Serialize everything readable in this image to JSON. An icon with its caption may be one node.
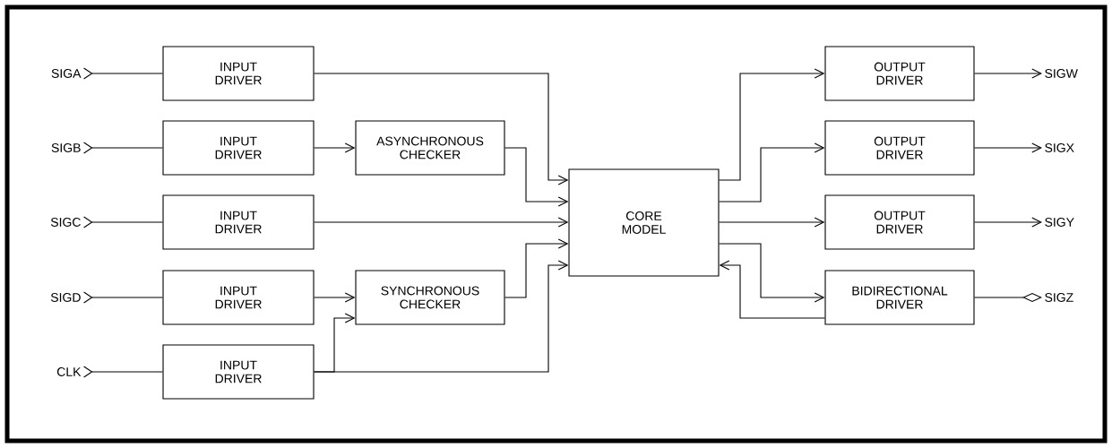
{
  "diagram": {
    "nodes": [
      {
        "text": [
          "SIGA"
        ]
      },
      {
        "text": [
          "INPUT DRIVER"
        ]
      },
      {
        "text": [
          "SIGB"
        ]
      },
      {
        "text": [
          "INPUT DRIVER"
        ]
      },
      {
        "text": [
          "ASYNCHRONOUS CHECKER"
        ]
      },
      {
        "text": [
          "SIGC"
        ]
      },
      {
        "text": [
          "INPUT DRIVER"
        ]
      },
      {
        "text": [
          "SIGD"
        ]
      },
      {
        "text": [
          "INPUT DRIVER"
        ]
      },
      {
        "text": [
          "SYNCHRONOUS CHECKER"
        ]
      },
      {
        "text": [
          "CLK"
        ]
      },
      {
        "text": [
          "INPUT DRIVER"
        ]
      },
      {
        "text": [
          "CORE MODEL"
        ]
      },
      {
        "text": [
          "OUTPUT DRIVER"
        ]
      },
      {
        "text": [
          "SIGW"
        ]
      },
      {
        "text": [
          "OUTPUT DRIVER"
        ]
      },
      {
        "text": [
          "SIGX"
        ]
      },
      {
        "text": [
          "OUTPUT DRIVER"
        ]
      },
      {
        "text": [
          "SIGY"
        ]
      },
      {
        "text": [
          "BIDIRECTIONAL DRIVER"
        ]
      },
      {
        "text": [
          "SIGZ"
        ]
      }
    ],
    "edges": [
      {
        "from": 0,
        "to": 1,
        "arrow": "other"
      },
      {
        "from": 1,
        "to": 12,
        "arrow": "to"
      },
      {
        "from": 2,
        "to": 3,
        "arrow": "other"
      },
      {
        "from": 3,
        "to": 4,
        "arrow": "to"
      },
      {
        "from": 4,
        "to": 12,
        "arrow": "to"
      },
      {
        "from": 5,
        "to": 6,
        "arrow": "other"
      },
      {
        "from": 6,
        "to": 12,
        "arrow": "to"
      },
      {
        "from": 7,
        "to": 8,
        "arrow": "other"
      },
      {
        "from": 8,
        "to": 9,
        "arrow": "to"
      },
      {
        "from": 9,
        "to": 12,
        "arrow": "to"
      },
      {
        "from": 10,
        "to": 11,
        "arrow": "other"
      },
      {
        "from": 11,
        "to": 9,
        "arrow": "to"
      },
      {
        "from": 11,
        "to": 12,
        "arrow": "to"
      },
      {
        "from": 12,
        "to": 13,
        "arrow": "to"
      },
      {
        "from": 13,
        "to": 14,
        "arrow": "to"
      },
      {
        "from": 12,
        "to": 15,
        "arrow": "to"
      },
      {
        "from": 15,
        "to": 16,
        "arrow": "to"
      },
      {
        "from": 12,
        "to": 17,
        "arrow": "to"
      },
      {
        "from": 17,
        "to": 18,
        "arrow": "to"
      },
      {
        "from": 12,
        "to": 19,
        "arrow": "to"
      },
      {
        "from": 19,
        "to": 20,
        "arrow": "other"
      },
      {
        "from": 19,
        "to": 12,
        "arrow": "to"
      }
    ]
  }
}
